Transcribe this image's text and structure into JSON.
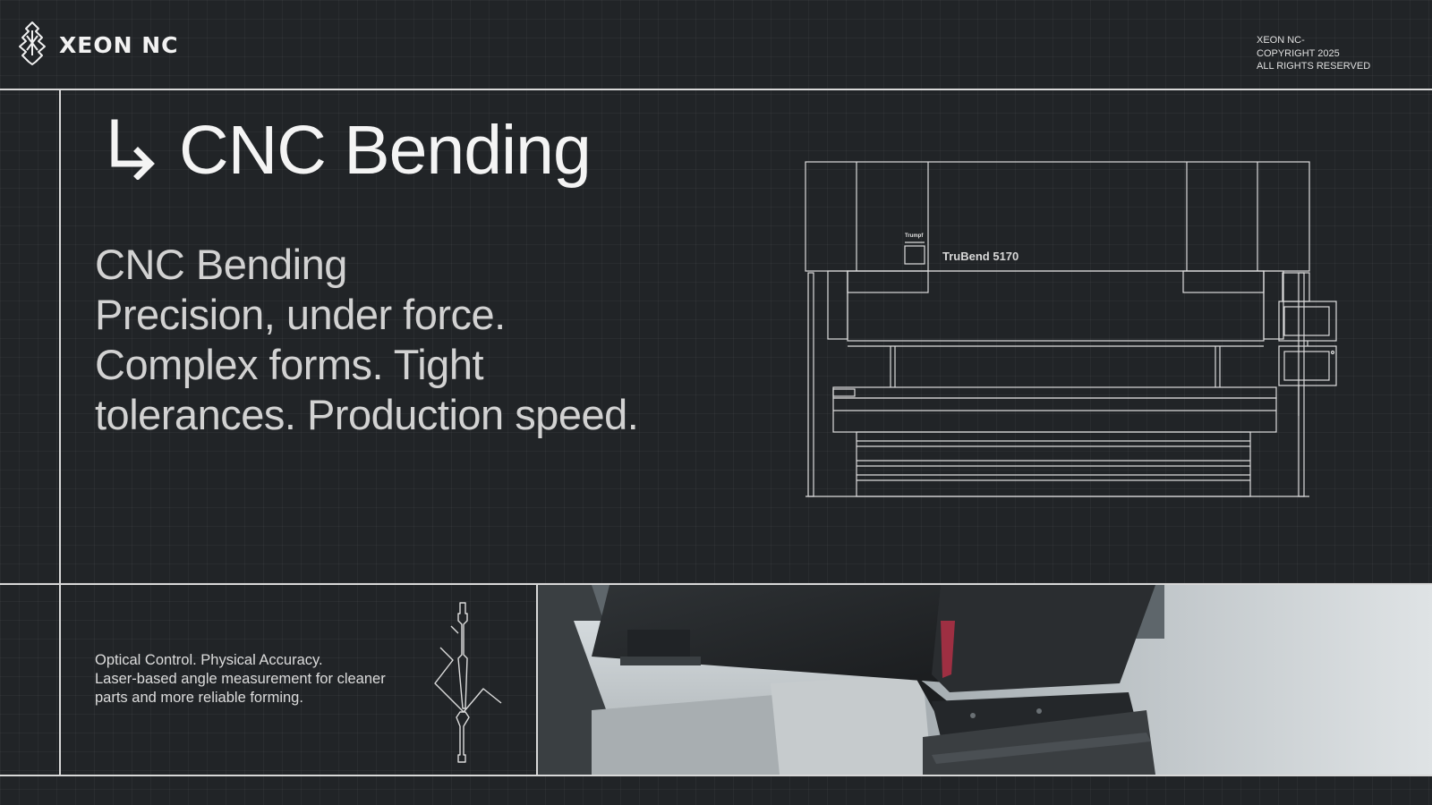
{
  "brand": {
    "name": "XEON NC",
    "logo_icon": "xeon-logo-icon"
  },
  "copyright": {
    "lines": [
      "XEON NC-",
      "COPYRIGHT 2025",
      "ALL RIGHTS RESERVED"
    ]
  },
  "hero": {
    "arrow_icon": "arrow-down-right-icon",
    "title": "CNC Bending",
    "description_lines": [
      "CNC Bending",
      "Precision, under force.",
      "Complex forms. Tight",
      "tolerances. Production speed."
    ]
  },
  "machine_drawing": {
    "brand_label": "Trumpf",
    "model_label": "TruBend 5170"
  },
  "feature": {
    "lines": [
      "Optical Control. Physical Accuracy.",
      "Laser-based angle measurement for cleaner",
      "parts and more reliable forming."
    ],
    "icon": "bending-tool-icon"
  },
  "photo": {
    "icon": "press-brake-photo"
  },
  "colors": {
    "background": "#212427",
    "line": "#d8d8d8",
    "text": "#e8e8e8",
    "laser": "#d0304a"
  }
}
